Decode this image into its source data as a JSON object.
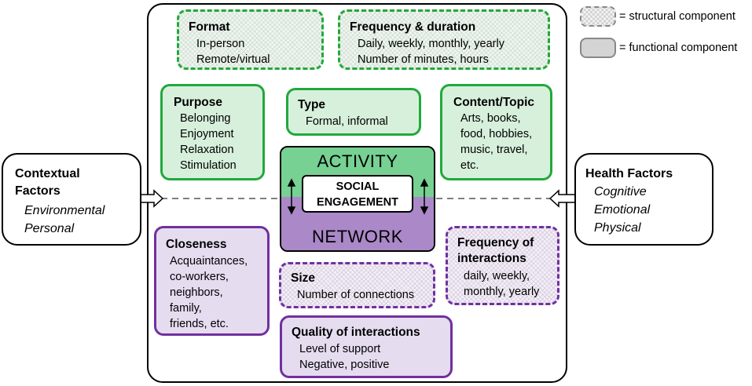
{
  "center": {
    "top_label": "ACTIVITY",
    "inner_line1": "SOCIAL",
    "inner_line2": "ENGAGEMENT",
    "bottom_label": "NETWORK"
  },
  "activity": {
    "format": {
      "title": "Format",
      "items": [
        "In-person",
        "Remote/virtual"
      ]
    },
    "frequency_duration": {
      "title": "Frequency & duration",
      "items": [
        "Daily, weekly, monthly, yearly",
        "Number of minutes, hours"
      ]
    },
    "purpose": {
      "title": "Purpose",
      "items": [
        "Belonging",
        "Enjoyment",
        "Relaxation",
        "Stimulation"
      ]
    },
    "type": {
      "title": "Type",
      "items": [
        "Formal, informal"
      ]
    },
    "content_topic": {
      "title": "Content/Topic",
      "items": [
        "Arts, books,",
        "food, hobbies,",
        "music, travel,",
        "etc."
      ]
    }
  },
  "network": {
    "closeness": {
      "title": "Closeness",
      "items": [
        "Acquaintances,",
        "co-workers,",
        "neighbors,",
        "family,",
        "friends, etc."
      ]
    },
    "size": {
      "title": "Size",
      "items": [
        "Number of connections"
      ]
    },
    "frequency_interactions": {
      "title_line1": "Frequency of",
      "title_line2": "interactions",
      "items": [
        "daily, weekly,",
        "monthly, yearly"
      ]
    },
    "quality": {
      "title": "Quality of interactions",
      "items": [
        "Level of support",
        "Negative, positive"
      ]
    }
  },
  "contextual": {
    "title_line1": "Contextual",
    "title_line2": "Factors",
    "items": [
      "Environmental",
      "Personal"
    ]
  },
  "health": {
    "title": "Health Factors",
    "items": [
      "Cognitive",
      "Emotional",
      "Physical"
    ]
  },
  "legend": {
    "structural": "= structural component",
    "functional": "= functional component"
  },
  "colors": {
    "activity_green": "#22a83c",
    "network_purple": "#7030a0",
    "activity_fill": "#76d193",
    "network_fill": "#ab88c8"
  }
}
